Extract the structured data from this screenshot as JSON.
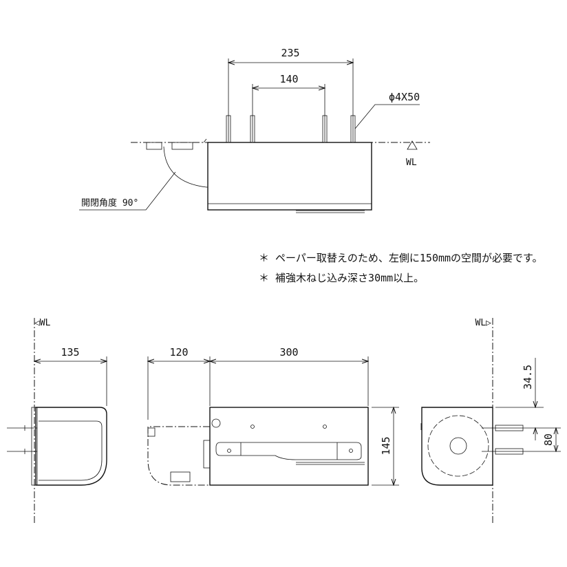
{
  "top_view": {
    "dim_outer": "235",
    "dim_inner": "140",
    "screw_spec": "ϕ4X50",
    "wall_label": "WL",
    "open_angle": "開閉角度 90°"
  },
  "notes": [
    "＊ ペーパー取替えのため、左側に150mmの空間が必要です。",
    "＊ 補強木ねじ込み深さ30mm以上。"
  ],
  "left_view": {
    "wall_label": "◁WL",
    "dim_depth": "135"
  },
  "front_view": {
    "dim_open_space": "120",
    "dim_width": "300",
    "dim_height": "145"
  },
  "right_view": {
    "wall_label": "WL▷",
    "dim_top": "34.5",
    "dim_pitch": "80"
  }
}
